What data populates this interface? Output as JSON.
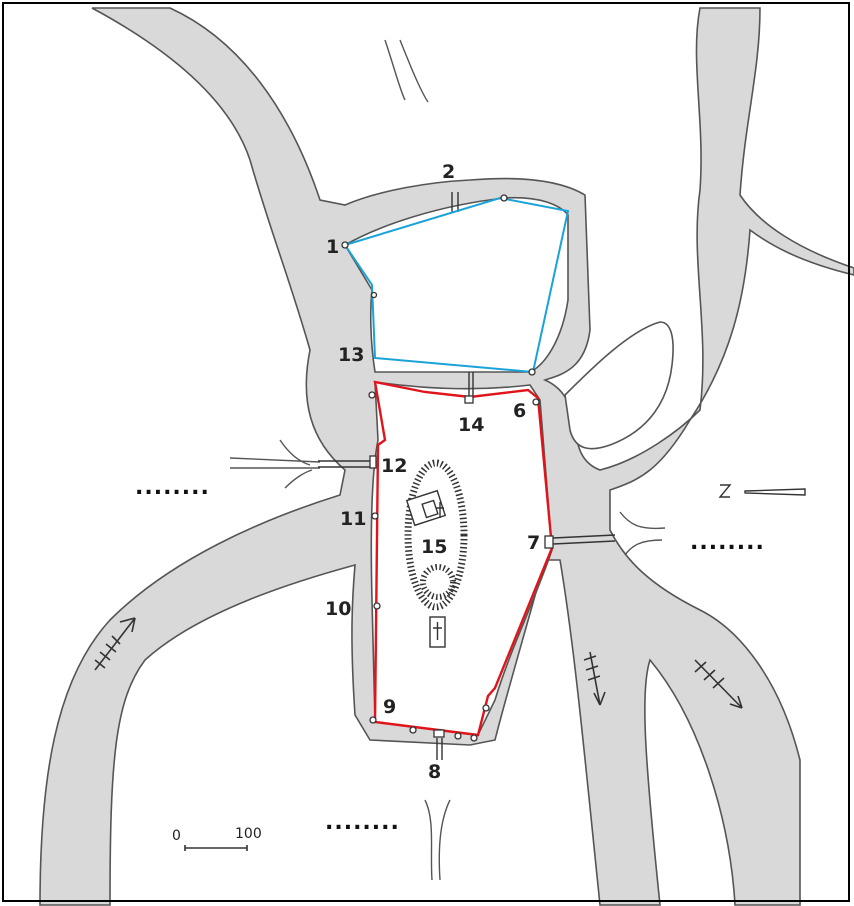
{
  "map": {
    "point_labels": [
      "1",
      "2",
      "13",
      "14",
      "6",
      "12",
      "11",
      "15",
      "7",
      "10",
      "9",
      "8"
    ],
    "placeholders": [
      "........",
      "........",
      "........"
    ],
    "scale": {
      "zero": "0",
      "max": "100"
    },
    "colors": {
      "water": "#d9d9d9",
      "shore": "#555555",
      "north_fortress_outline": "#1aa3d9",
      "south_fortress_outline": "#e0141a",
      "frame": "#000000"
    }
  }
}
